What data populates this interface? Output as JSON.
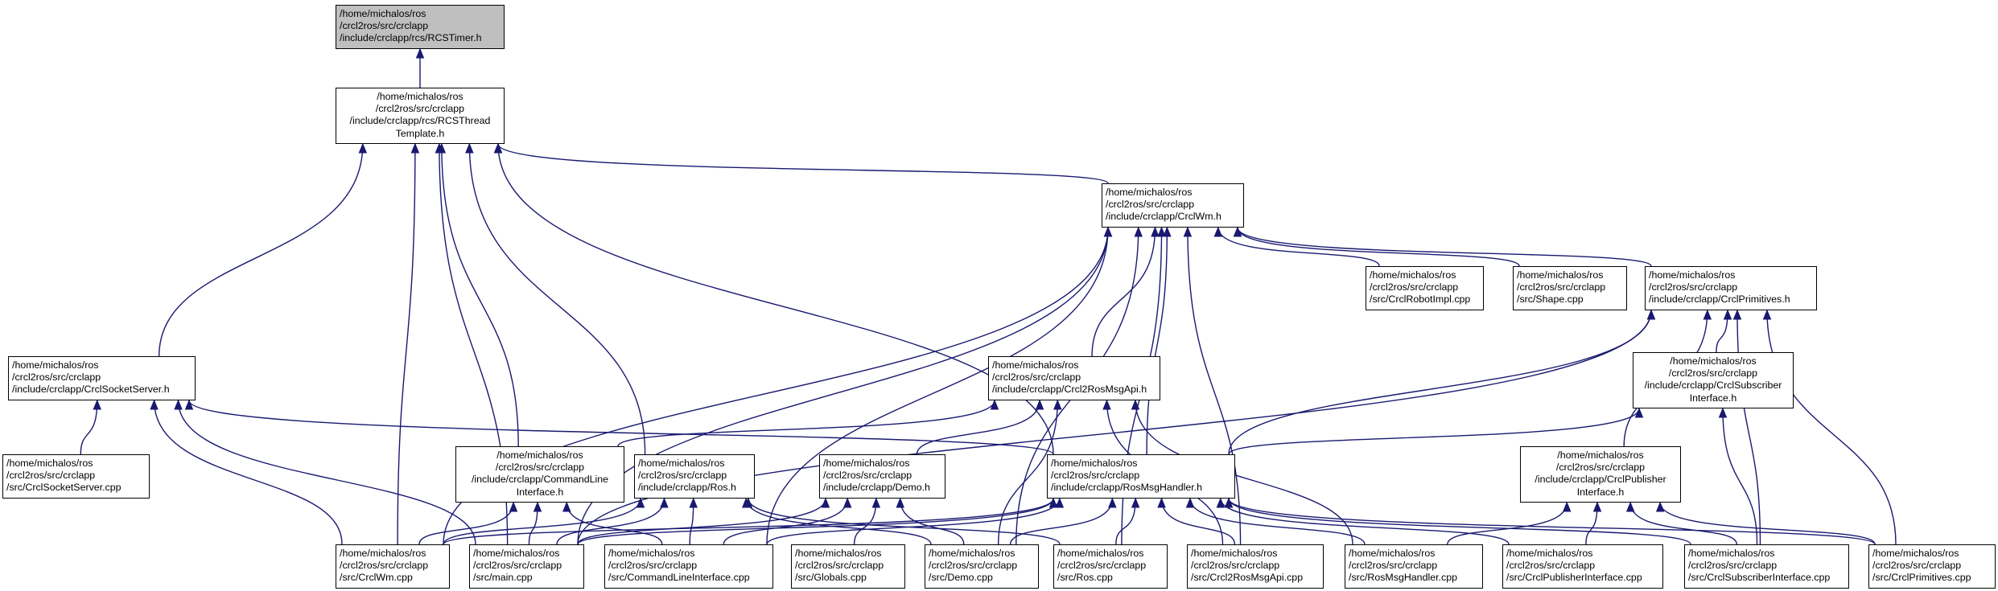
{
  "colors": {
    "edge": "#191970",
    "root_fill": "#bfbfbf",
    "node_fill": "#ffffff",
    "border": "#000000"
  },
  "nodes": {
    "rcstimer": "/home/michalos/ros\n/crcl2ros/src/crclapp\n/include/crclapp/rcs/RCSTimer.h",
    "rcsthread": "/home/michalos/ros\n/crcl2ros/src/crclapp\n/include/crclapp/rcs/RCSThread\nTemplate.h",
    "crclwm_h": "/home/michalos/ros\n/crcl2ros/src/crclapp\n/include/crclapp/CrclWm.h",
    "robotimpl": "/home/michalos/ros\n/crcl2ros/src/crclapp\n/src/CrclRobotImpl.cpp",
    "shape": "/home/michalos/ros\n/crcl2ros/src/crclapp\n/src/Shape.cpp",
    "primitives_h": "/home/michalos/ros\n/crcl2ros/src/crclapp\n/include/crclapp/CrclPrimitives.h",
    "socketserver_h": "/home/michalos/ros\n/crcl2ros/src/crclapp\n/include/crclapp/CrclSocketServer.h",
    "rosmsgapi_h": "/home/michalos/ros\n/crcl2ros/src/crclapp\n/include/crclapp/Crcl2RosMsgApi.h",
    "subscriber_h": "/home/michalos/ros\n/crcl2ros/src/crclapp\n/include/crclapp/CrclSubscriber\nInterface.h",
    "socketserver_cpp": "/home/michalos/ros\n/crcl2ros/src/crclapp\n/src/CrclSocketServer.cpp",
    "commandline_h": "/home/michalos/ros\n/crcl2ros/src/crclapp\n/include/crclapp/CommandLine\nInterface.h",
    "ros_h": "/home/michalos/ros\n/crcl2ros/src/crclapp\n/include/crclapp/Ros.h",
    "demo_h": "/home/michalos/ros\n/crcl2ros/src/crclapp\n/include/crclapp/Demo.h",
    "rosmsghandler_h": "/home/michalos/ros\n/crcl2ros/src/crclapp\n/include/crclapp/RosMsgHandler.h",
    "publisher_h": "/home/michalos/ros\n/crcl2ros/src/crclapp\n/include/crclapp/CrclPublisher\nInterface.h",
    "crclwm_cpp": "/home/michalos/ros\n/crcl2ros/src/crclapp\n/src/CrclWm.cpp",
    "main_cpp": "/home/michalos/ros\n/crcl2ros/src/crclapp\n/src/main.cpp",
    "commandline_cpp": "/home/michalos/ros\n/crcl2ros/src/crclapp\n/src/CommandLineInterface.cpp",
    "globals_cpp": "/home/michalos/ros\n/crcl2ros/src/crclapp\n/src/Globals.cpp",
    "demo_cpp": "/home/michalos/ros\n/crcl2ros/src/crclapp\n/src/Demo.cpp",
    "ros_cpp": "/home/michalos/ros\n/crcl2ros/src/crclapp\n/src/Ros.cpp",
    "rosmsgapi_cpp": "/home/michalos/ros\n/crcl2ros/src/crclapp\n/src/Crcl2RosMsgApi.cpp",
    "rosmsghandler_cpp": "/home/michalos/ros\n/crcl2ros/src/crclapp\n/src/RosMsgHandler.cpp",
    "publisher_cpp": "/home/michalos/ros\n/crcl2ros/src/crclapp\n/src/CrclPublisherInterface.cpp",
    "subscriber_cpp": "/home/michalos/ros\n/crcl2ros/src/crclapp\n/src/CrclSubscriberInterface.cpp",
    "primitives_cpp": "/home/michalos/ros\n/crcl2ros/src/crclapp\n/src/CrclPrimitives.cpp"
  },
  "edges": [
    [
      "rcsthread",
      "rcstimer"
    ],
    [
      "crclwm_h",
      "rcsthread"
    ],
    [
      "socketserver_h",
      "rcsthread"
    ],
    [
      "crclwm_cpp",
      "rcsthread"
    ],
    [
      "main_cpp",
      "rcsthread"
    ],
    [
      "commandline_h",
      "rcsthread"
    ],
    [
      "ros_h",
      "rcsthread"
    ],
    [
      "rosmsghandler_h",
      "rcsthread"
    ],
    [
      "robotimpl",
      "crclwm_h"
    ],
    [
      "shape",
      "crclwm_h"
    ],
    [
      "primitives_h",
      "crclwm_h"
    ],
    [
      "rosmsgapi_h",
      "crclwm_h"
    ],
    [
      "rosmsghandler_h",
      "crclwm_h"
    ],
    [
      "crclwm_cpp",
      "crclwm_h"
    ],
    [
      "main_cpp",
      "crclwm_h"
    ],
    [
      "commandline_cpp",
      "crclwm_h"
    ],
    [
      "demo_cpp",
      "crclwm_h"
    ],
    [
      "ros_cpp",
      "crclwm_h"
    ],
    [
      "rosmsgapi_cpp",
      "crclwm_h"
    ],
    [
      "subscriber_h",
      "primitives_h"
    ],
    [
      "rosmsghandler_h",
      "primitives_h"
    ],
    [
      "publisher_h",
      "primitives_h"
    ],
    [
      "subscriber_cpp",
      "primitives_h"
    ],
    [
      "primitives_cpp",
      "primitives_h"
    ],
    [
      "main_cpp",
      "primitives_h"
    ],
    [
      "socketserver_cpp",
      "socketserver_h"
    ],
    [
      "crclwm_cpp",
      "socketserver_h"
    ],
    [
      "main_cpp",
      "socketserver_h"
    ],
    [
      "rosmsghandler_h",
      "socketserver_h"
    ],
    [
      "commandline_h",
      "rosmsgapi_h"
    ],
    [
      "demo_h",
      "rosmsgapi_h"
    ],
    [
      "demo_cpp",
      "rosmsgapi_h"
    ],
    [
      "rosmsgapi_cpp",
      "rosmsgapi_h"
    ],
    [
      "rosmsghandler_cpp",
      "rosmsgapi_h"
    ],
    [
      "rosmsghandler_h",
      "subscriber_h"
    ],
    [
      "subscriber_cpp",
      "subscriber_h"
    ],
    [
      "crclwm_cpp",
      "commandline_h"
    ],
    [
      "main_cpp",
      "commandline_h"
    ],
    [
      "commandline_cpp",
      "commandline_h"
    ],
    [
      "crclwm_cpp",
      "ros_h"
    ],
    [
      "main_cpp",
      "ros_h"
    ],
    [
      "commandline_cpp",
      "ros_h"
    ],
    [
      "demo_cpp",
      "ros_h"
    ],
    [
      "ros_cpp",
      "ros_h"
    ],
    [
      "main_cpp",
      "demo_h"
    ],
    [
      "commandline_cpp",
      "demo_h"
    ],
    [
      "globals_cpp",
      "demo_h"
    ],
    [
      "demo_cpp",
      "demo_h"
    ],
    [
      "crclwm_cpp",
      "rosmsghandler_h"
    ],
    [
      "main_cpp",
      "rosmsghandler_h"
    ],
    [
      "commandline_cpp",
      "rosmsghandler_h"
    ],
    [
      "demo_cpp",
      "rosmsghandler_h"
    ],
    [
      "ros_cpp",
      "rosmsghandler_h"
    ],
    [
      "rosmsgapi_cpp",
      "rosmsghandler_h"
    ],
    [
      "rosmsghandler_cpp",
      "rosmsghandler_h"
    ],
    [
      "publisher_cpp",
      "rosmsghandler_h"
    ],
    [
      "subscriber_cpp",
      "rosmsghandler_h"
    ],
    [
      "primitives_cpp",
      "rosmsghandler_h"
    ],
    [
      "rosmsghandler_cpp",
      "publisher_h"
    ],
    [
      "publisher_cpp",
      "publisher_h"
    ],
    [
      "subscriber_cpp",
      "publisher_h"
    ],
    [
      "primitives_cpp",
      "publisher_h"
    ]
  ]
}
